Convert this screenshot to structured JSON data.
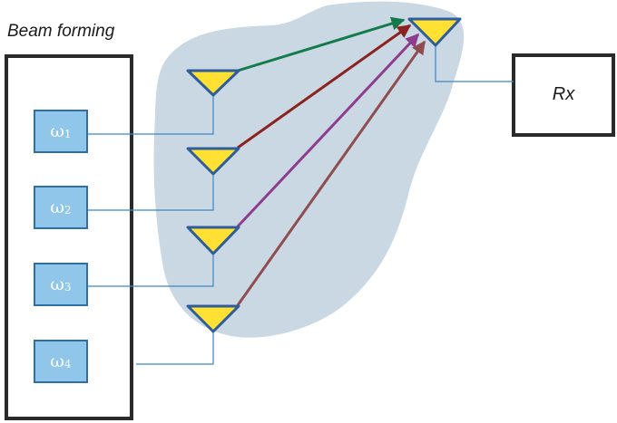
{
  "title": "Beam forming",
  "weights": [
    {
      "symbol": "ω",
      "index": "1"
    },
    {
      "symbol": "ω",
      "index": "2"
    },
    {
      "symbol": "ω",
      "index": "3"
    },
    {
      "symbol": "ω",
      "index": "4"
    }
  ],
  "receiver": {
    "label": "Rx"
  },
  "colors": {
    "medium": "#c9d8e2",
    "antenna_fill": "#ffe033",
    "antenna_stroke": "#2f5d99",
    "weight_fill": "#8fc6ea",
    "weight_stroke": "#2e6fa6",
    "feed_line": "#3b86c6",
    "box_stroke": "#2a2a2a",
    "arrows": [
      "#137a4b",
      "#8b2320",
      "#8e3c8e",
      "#8f4d52"
    ]
  }
}
